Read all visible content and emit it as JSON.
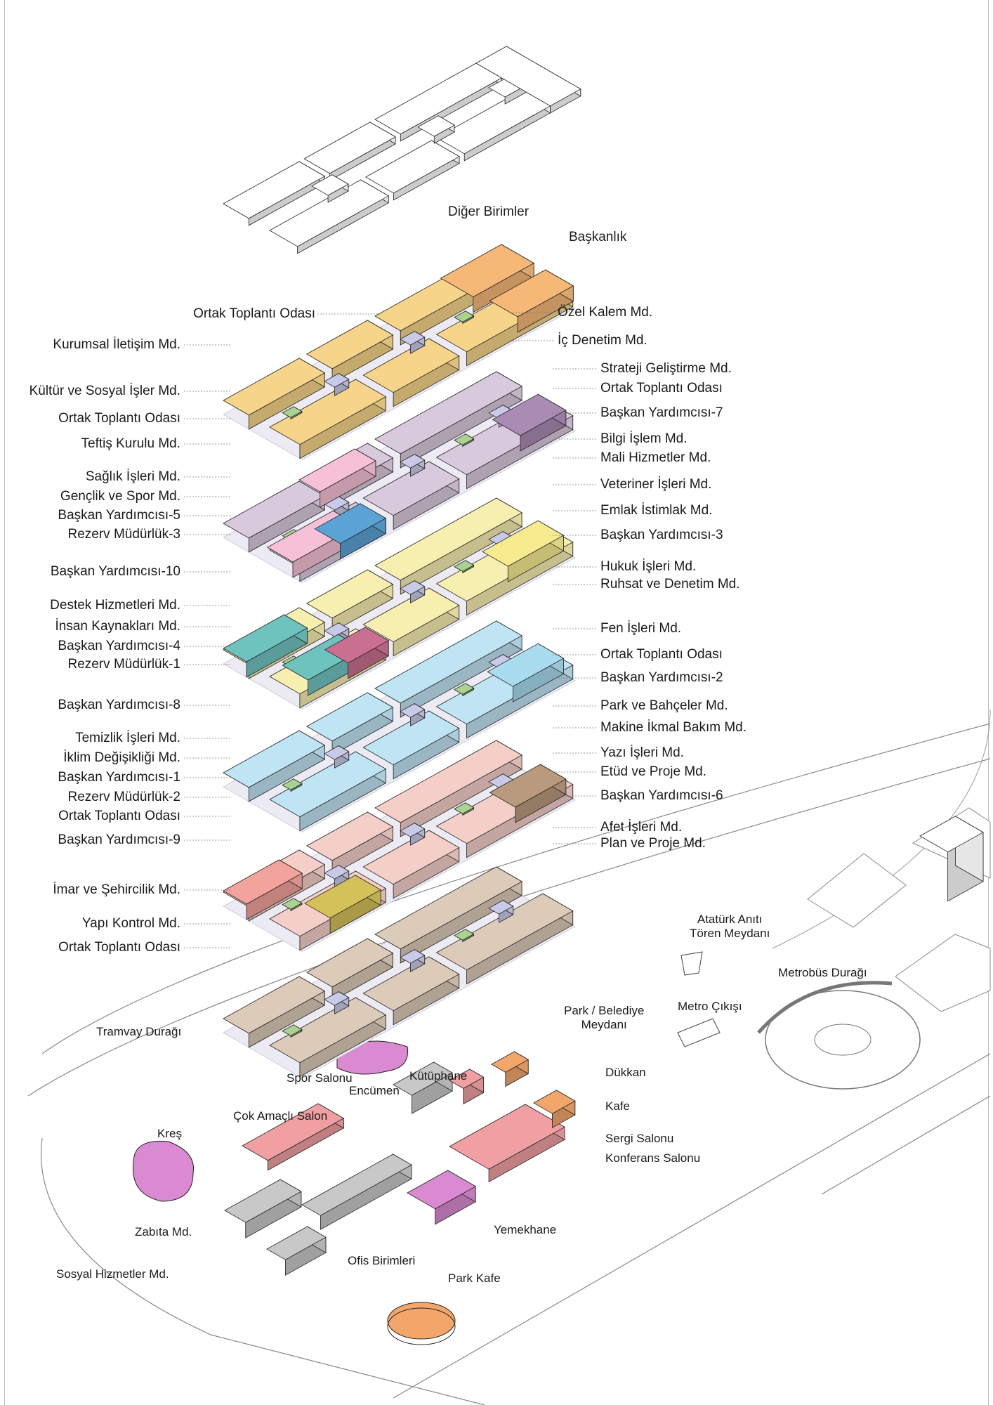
{
  "left_labels": [
    {
      "key": "ortak_top",
      "text": "Ortak Toplantı Odası"
    },
    {
      "key": "kurumsal",
      "text": "Kurumsal İletişim Md."
    },
    {
      "key": "kultur",
      "text": "Kültür ve Sosyal İşler Md."
    },
    {
      "key": "ortak1",
      "text": "Ortak Toplantı Odası"
    },
    {
      "key": "teftis",
      "text": "Teftiş Kurulu Md."
    },
    {
      "key": "saglik",
      "text": "Sağlık İşleri Md."
    },
    {
      "key": "genclik",
      "text": "Gençlik ve Spor Md."
    },
    {
      "key": "by5",
      "text": "Başkan Yardımcısı-5"
    },
    {
      "key": "rez3",
      "text": "Rezerv Müdürlük-3"
    },
    {
      "key": "by10",
      "text": "Başkan Yardımcısı-10"
    },
    {
      "key": "destek",
      "text": "Destek Hizmetleri Md."
    },
    {
      "key": "insan",
      "text": "İnsan Kaynakları Md."
    },
    {
      "key": "by4",
      "text": "Başkan Yardımcısı-4"
    },
    {
      "key": "rez1",
      "text": "Rezerv Müdürlük-1"
    },
    {
      "key": "by8",
      "text": "Başkan Yardımcısı-8"
    },
    {
      "key": "temizlik",
      "text": "Temizlik İşleri Md."
    },
    {
      "key": "iklim",
      "text": "İklim Değişikliği Md."
    },
    {
      "key": "by1",
      "text": "Başkan Yardımcısı-1"
    },
    {
      "key": "rez2",
      "text": "Rezerv Müdürlük-2"
    },
    {
      "key": "ortak2",
      "text": "Ortak Toplantı Odası"
    },
    {
      "key": "by9",
      "text": "Başkan Yardımcısı-9"
    },
    {
      "key": "imar",
      "text": "İmar ve Şehircilik Md."
    },
    {
      "key": "yapi",
      "text": "Yapı Kontrol Md."
    },
    {
      "key": "ortak3",
      "text": "Ortak Toplantı Odası"
    }
  ],
  "right_labels": [
    {
      "key": "diger",
      "text": "Diğer Birimler"
    },
    {
      "key": "baskanlik",
      "text": "Başkanlık"
    },
    {
      "key": "ozel",
      "text": "Özel Kalem Md."
    },
    {
      "key": "ic",
      "text": "İç Denetim Md."
    },
    {
      "key": "strateji",
      "text": "Strateji Geliştirme Md."
    },
    {
      "key": "ortak_r1",
      "text": "Ortak Toplantı Odası"
    },
    {
      "key": "by7",
      "text": "Başkan Yardımcısı-7"
    },
    {
      "key": "bilgi",
      "text": "Bilgi İşlem Md."
    },
    {
      "key": "mali",
      "text": "Mali Hizmetler Md."
    },
    {
      "key": "veteriner",
      "text": "Veteriner İşleri Md."
    },
    {
      "key": "emlak",
      "text": "Emlak İstimlak Md."
    },
    {
      "key": "by3",
      "text": "Başkan Yardımcısı-3"
    },
    {
      "key": "hukuk",
      "text": "Hukuk İşleri Md."
    },
    {
      "key": "ruhsat",
      "text": "Ruhsat ve Denetim  Md."
    },
    {
      "key": "fen",
      "text": "Fen İşleri Md."
    },
    {
      "key": "ortak_r2",
      "text": "Ortak Toplantı Odası"
    },
    {
      "key": "by2",
      "text": "Başkan Yardımcısı-2"
    },
    {
      "key": "park",
      "text": "Park ve Bahçeler Md."
    },
    {
      "key": "makine",
      "text": "Makine İkmal Bakım Md."
    },
    {
      "key": "yazi",
      "text": "Yazı İşleri Md."
    },
    {
      "key": "etud",
      "text": "Etüd ve Proje Md."
    },
    {
      "key": "by6",
      "text": "Başkan Yardımcısı-6"
    },
    {
      "key": "afet",
      "text": "Afet İşleri Md."
    },
    {
      "key": "plan",
      "text": "Plan ve Proje Md."
    }
  ],
  "site_labels": [
    {
      "key": "ataturk",
      "text": "Atatürk Anıtı\nTören Meydanı"
    },
    {
      "key": "metrobus",
      "text": "Metrobüs Durağı"
    },
    {
      "key": "tramvay",
      "text": "Tramvay Durağı"
    },
    {
      "key": "parkmeydan",
      "text": "Park / Belediye\nMeydanı"
    },
    {
      "key": "metro",
      "text": "Metro Çıkışı"
    },
    {
      "key": "spor",
      "text": "Spor Salonu"
    },
    {
      "key": "kutuphane",
      "text": "Kütüphane"
    },
    {
      "key": "encumen",
      "text": "Encümen"
    },
    {
      "key": "dukkan",
      "text": "Dükkan"
    },
    {
      "key": "kafe",
      "text": "Kafe"
    },
    {
      "key": "cokamacli",
      "text": "Çok Amaçlı Salon"
    },
    {
      "key": "sergi",
      "text": "Sergi Salonu"
    },
    {
      "key": "konferans",
      "text": "Konferans Salonu"
    },
    {
      "key": "kres",
      "text": "Kreş"
    },
    {
      "key": "yemekhane",
      "text": "Yemekhane"
    },
    {
      "key": "zabita",
      "text": "Zabıta Md."
    },
    {
      "key": "ofis",
      "text": "Ofis Birimleri"
    },
    {
      "key": "sosyal",
      "text": "Sosyal Hizmetler Md."
    },
    {
      "key": "parkkafe",
      "text": "Park Kafe"
    }
  ],
  "colors": {
    "floor1": "#f6d58a",
    "floor2": "#d9c9dc",
    "floor3": "#f7efb0",
    "floor4": "#bfe4f3",
    "floor5": "#f4cfc8",
    "floor6": "#dccbb8",
    "baskanlik": "#f6b877",
    "pink": "#f6c0d6",
    "blue": "#5aa3d4",
    "teal": "#6fc3bf",
    "mauve": "#c96f8f",
    "salmon": "#f2a39b",
    "olive": "#d4c15a",
    "purple": "#a98bb4",
    "green": "#a9d38f",
    "meeting": "#c9c9e8",
    "brown": "#b99a7d",
    "lightblue": "#a9dcef",
    "yellow": "#f6ec8f",
    "magenta": "#d98ad0",
    "orange": "#f3a66a",
    "coral": "#f0a0a3",
    "grey": "#c8c8c8"
  }
}
